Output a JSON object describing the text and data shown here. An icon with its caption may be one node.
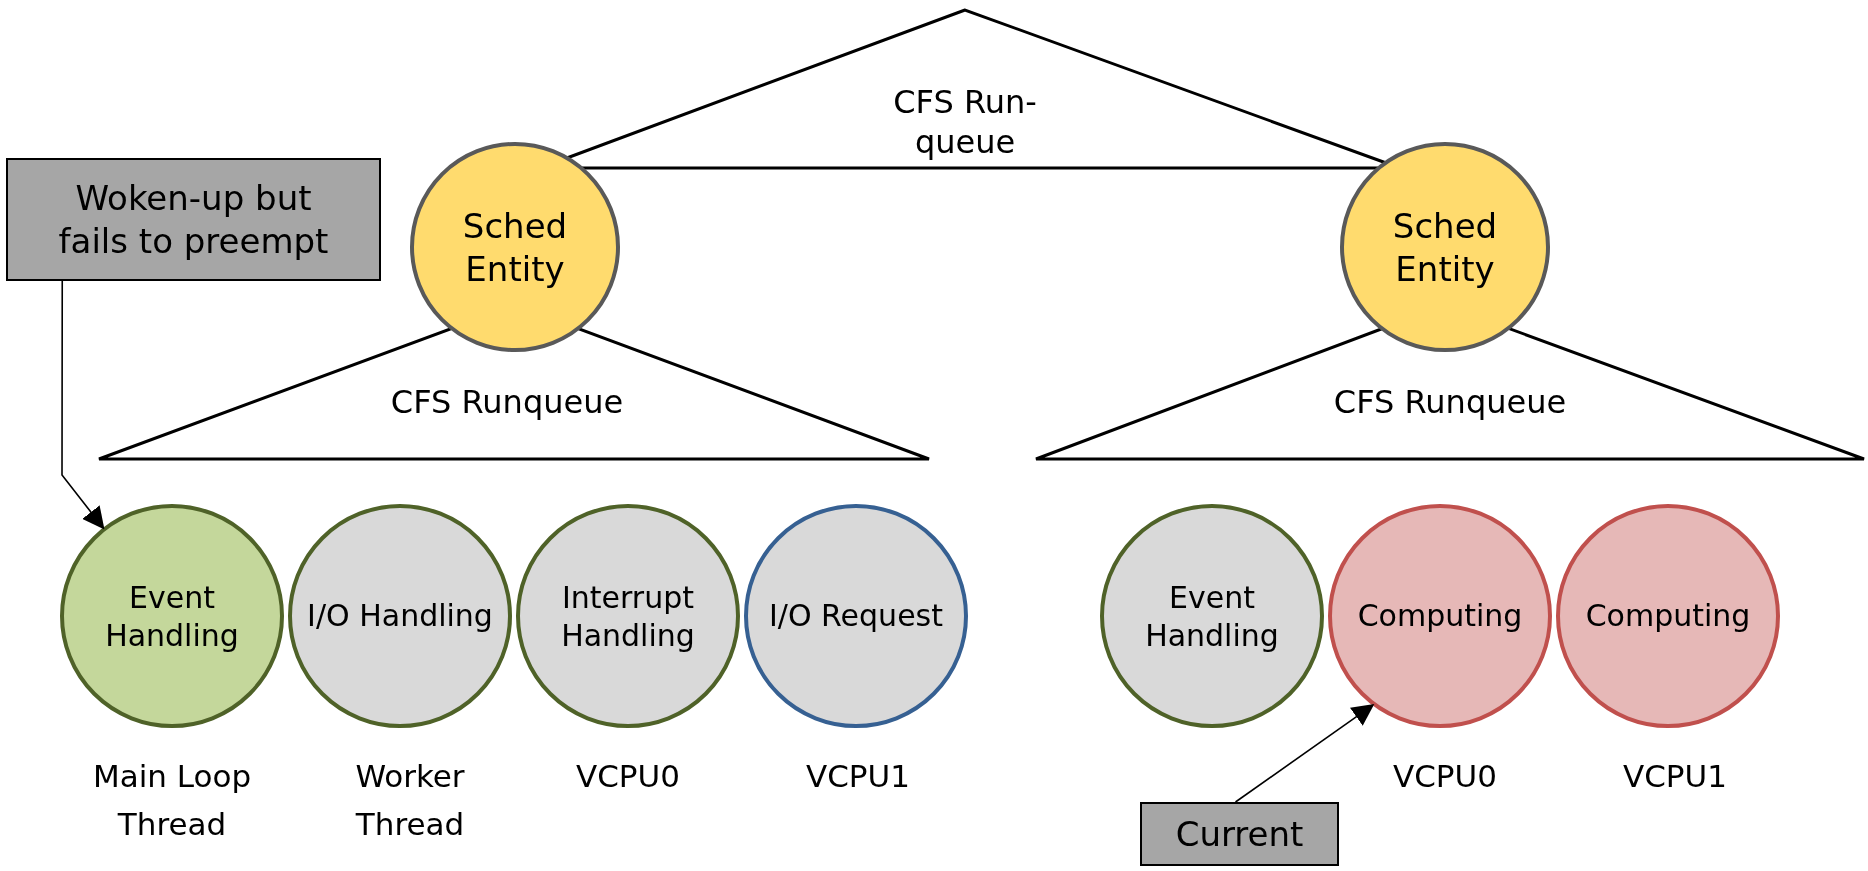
{
  "diagram": {
    "nodes": [
      {
        "text": [
          "CFS Run-queue"
        ]
      },
      {
        "text": [
          "Woken-up but fails to preempt"
        ]
      },
      {
        "text": [
          "Sched Entity"
        ]
      },
      {
        "text": [
          "Sched Entity"
        ]
      },
      {
        "text": [
          "CFS Runqueue"
        ]
      },
      {
        "text": [
          "CFS Runqueue"
        ]
      },
      {
        "text": [
          "Event Handling"
        ],
        "beside": [
          "Main Loop Thread"
        ]
      },
      {
        "text": [
          "I/O Handling"
        ],
        "beside": [
          "Worker Thread"
        ]
      },
      {
        "text": [
          "Interrupt Handling"
        ],
        "beside": [
          "VCPU0"
        ]
      },
      {
        "text": [
          "I/O Request"
        ],
        "beside": [
          "VCPU1"
        ]
      },
      {
        "text": [
          "Event Handling"
        ]
      },
      {
        "text": [
          "Computing"
        ],
        "beside": [
          "VCPU0"
        ]
      },
      {
        "text": [
          "Computing"
        ],
        "beside": [
          "VCPU1"
        ]
      },
      {
        "text": [
          "Current"
        ]
      }
    ],
    "edges": [
      {
        "from": 1,
        "to": 6,
        "arrow": "to"
      },
      {
        "from": 13,
        "to": 11,
        "arrow": "to"
      }
    ]
  }
}
